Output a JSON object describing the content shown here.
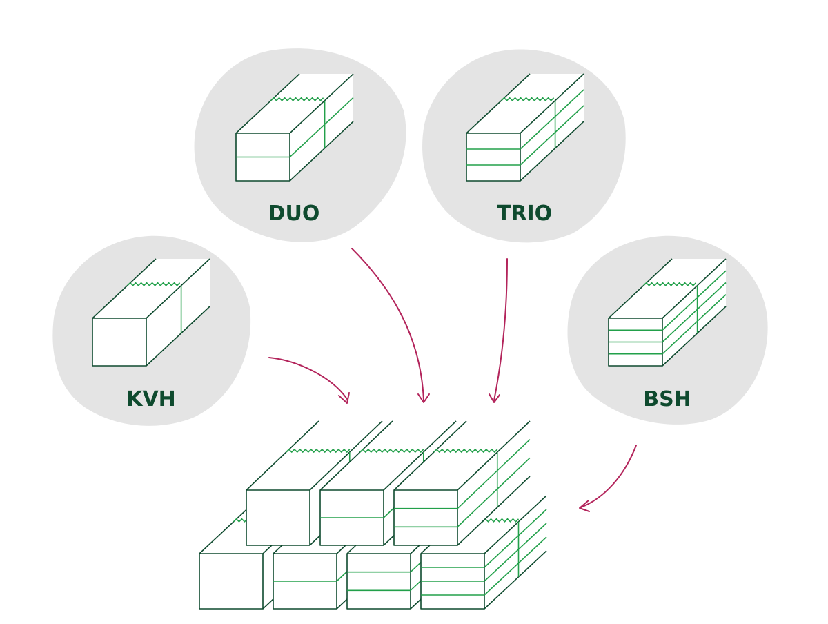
{
  "colors": {
    "background": "#ffffff",
    "blob": "#e4e4e4",
    "outline": "#0e4a2e",
    "lamella": "#22a04a",
    "arrow": "#b3245b"
  },
  "products": [
    {
      "id": "kvh",
      "label": "KVH",
      "layers": 1
    },
    {
      "id": "duo",
      "label": "DUO",
      "layers": 2
    },
    {
      "id": "trio",
      "label": "TRIO",
      "layers": 3
    },
    {
      "id": "bsh",
      "label": "BSH",
      "layers": 4
    }
  ]
}
